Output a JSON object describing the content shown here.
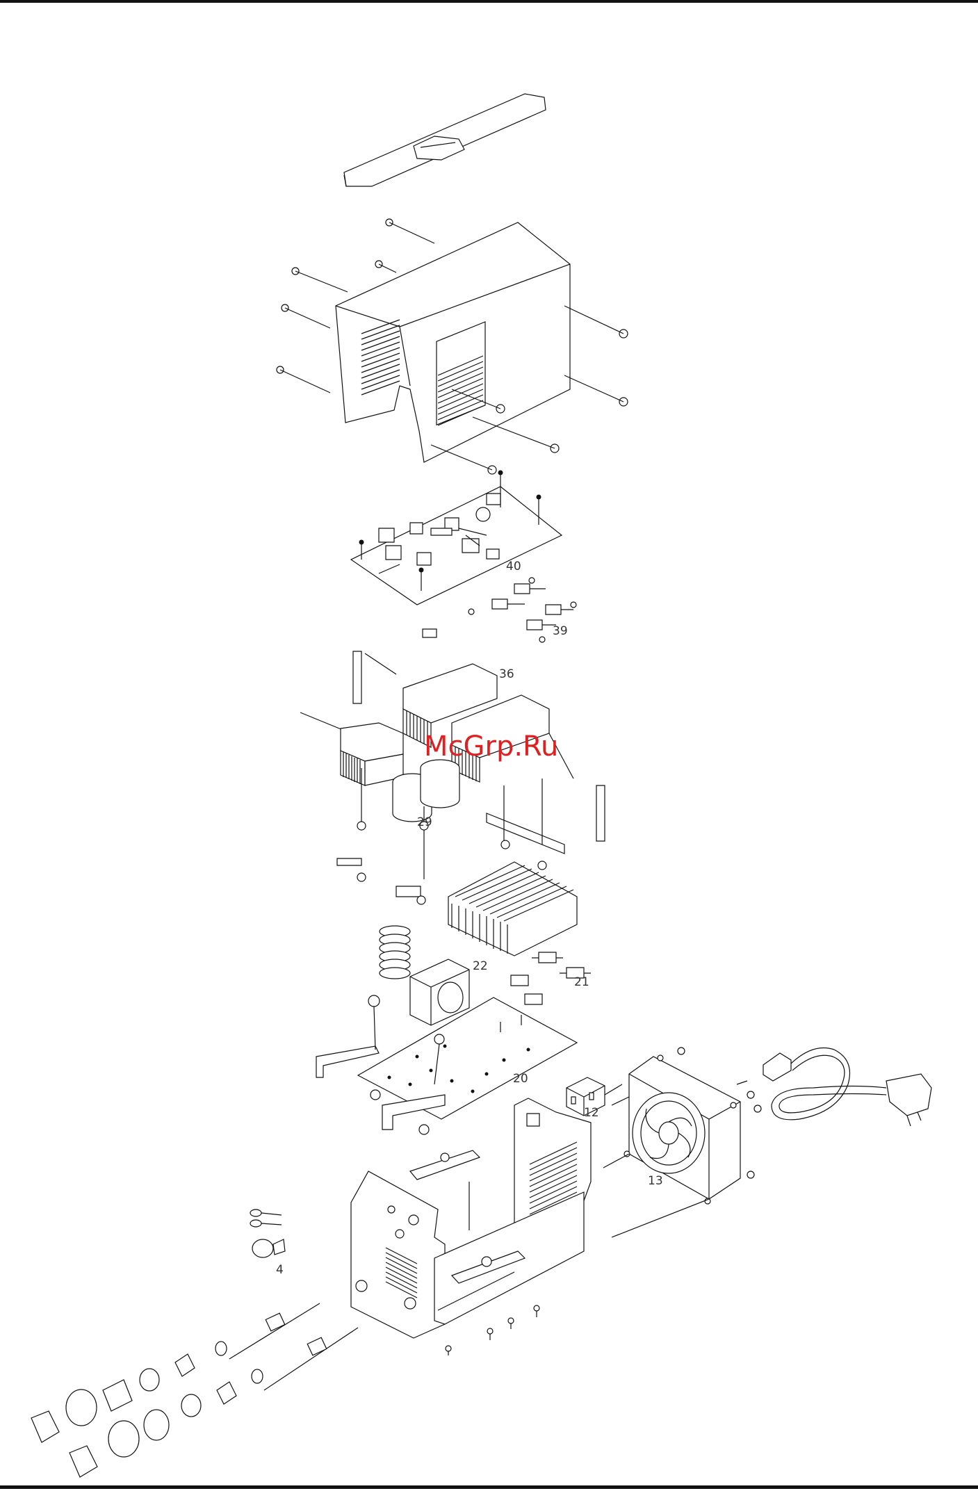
{
  "watermark": "McGrp.Ru",
  "part_labels": {
    "p40": "40",
    "p39": "39",
    "p36": "36",
    "p29": "29",
    "p22": "22",
    "p21": "21",
    "p20": "20",
    "p12": "12",
    "p13": "13",
    "p4": "4"
  },
  "colors": {
    "line": "#111111",
    "watermark": "#e02020",
    "background": "#ffffff"
  }
}
